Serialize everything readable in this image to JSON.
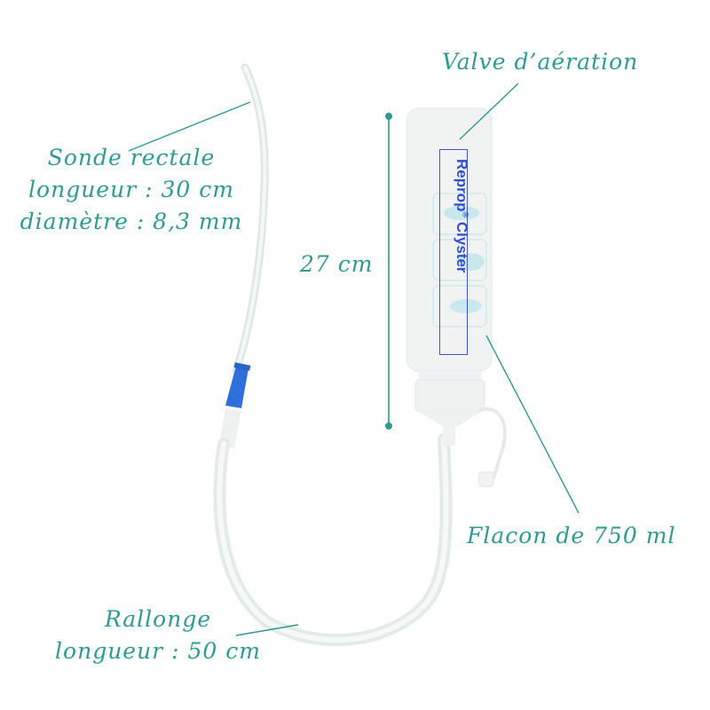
{
  "labels": {
    "sonde": {
      "title": "Sonde rectale",
      "length": "longueur : 30 cm",
      "diameter": "diamètre : 8,3 mm"
    },
    "valve": "Valve d’aération",
    "height": "27 cm",
    "flacon": "Flacon de 750 ml",
    "rallonge": {
      "title": "Rallonge",
      "length": "longueur : 50 cm"
    }
  },
  "product": {
    "brand": "Reprop",
    "registered": "®",
    "name": "Clyster"
  },
  "colors": {
    "annotation": "#2e9a91",
    "connector": "#2f6fdc",
    "brand": "#2f4fd0"
  }
}
